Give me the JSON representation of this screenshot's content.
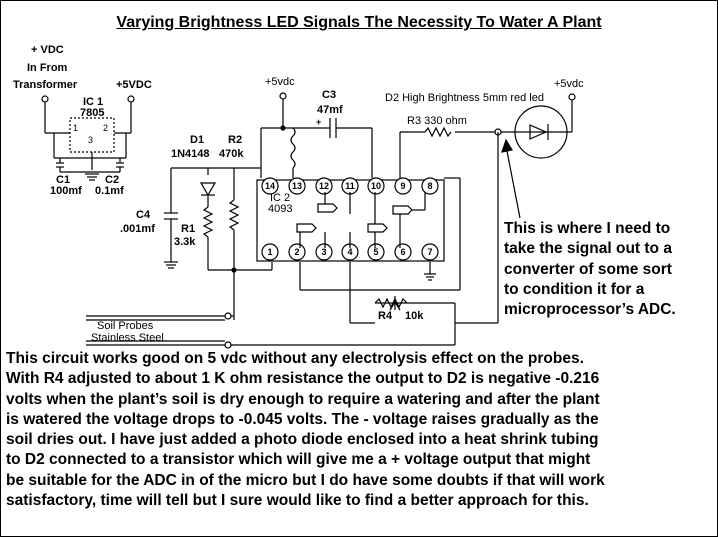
{
  "title": "Varying Brightness LED Signals The Necessity To Water A Plant",
  "labels": {
    "vdc_in_1": "+ VDC",
    "vdc_in_2": "In From",
    "vdc_in_3": "Transformer",
    "plus5_reg": "+5VDC",
    "ic1": "IC 1",
    "ic1_part": "7805",
    "ic1_pin1": "1",
    "ic1_pin2": "2",
    "ic1_pin3": "3",
    "c1": "C1",
    "c1_val": "100mf",
    "c2": "C2",
    "c2_val": "0.1mf",
    "plus5_top": "+5vdc",
    "c3": "C3",
    "c3_val": "47mf",
    "d2_label": "D2 High Brightness  5mm red led",
    "plus5_right": "+5vdc",
    "r3": "R3 330 ohm",
    "d1": "D1",
    "d1_part": "1N4148",
    "r2": "R2",
    "r2_val": "470k",
    "ic2": "IC 2",
    "ic2_part": "4093",
    "c4": "C4",
    "c4_val": ".001mf",
    "r1": "R1",
    "r1_val": "3.3k",
    "r4": "R4",
    "r4_val": "10k",
    "probes_1": "Soil  Probes",
    "probes_2": "Stainless Steel",
    "plus_sign": "+"
  },
  "ic2_pins_top": [
    "14",
    "13",
    "12",
    "11",
    "10",
    "9",
    "8"
  ],
  "ic2_pins_bottom": [
    "1",
    "2",
    "3",
    "4",
    "5",
    "6",
    "7"
  ],
  "note_lines": [
    "This is where I need to",
    "take the signal out to a",
    "converter of some sort",
    "to condition it for a",
    "microprocessor’s ADC."
  ],
  "paragraph_lines": [
    "This circuit works good on 5 vdc without any electrolysis effect on the probes.",
    "With R4 adjusted to about 1 K ohm resistance the output to D2 is negative -0.216",
    "volts when the plant’s soil is dry enough to require a watering and after the plant",
    "is watered the voltage drops to -0.045 volts. The - voltage raises gradually as the",
    "soil dries out. I have just added a photo diode enclosed into a heat shrink tubing",
    "to D2 connected to a transistor which will give me a + voltage output that might",
    "be suitable for the ADC in of the micro but I do have some doubts if that will work",
    "satisfactory, time will tell but I sure would like to find a better approach for this."
  ]
}
